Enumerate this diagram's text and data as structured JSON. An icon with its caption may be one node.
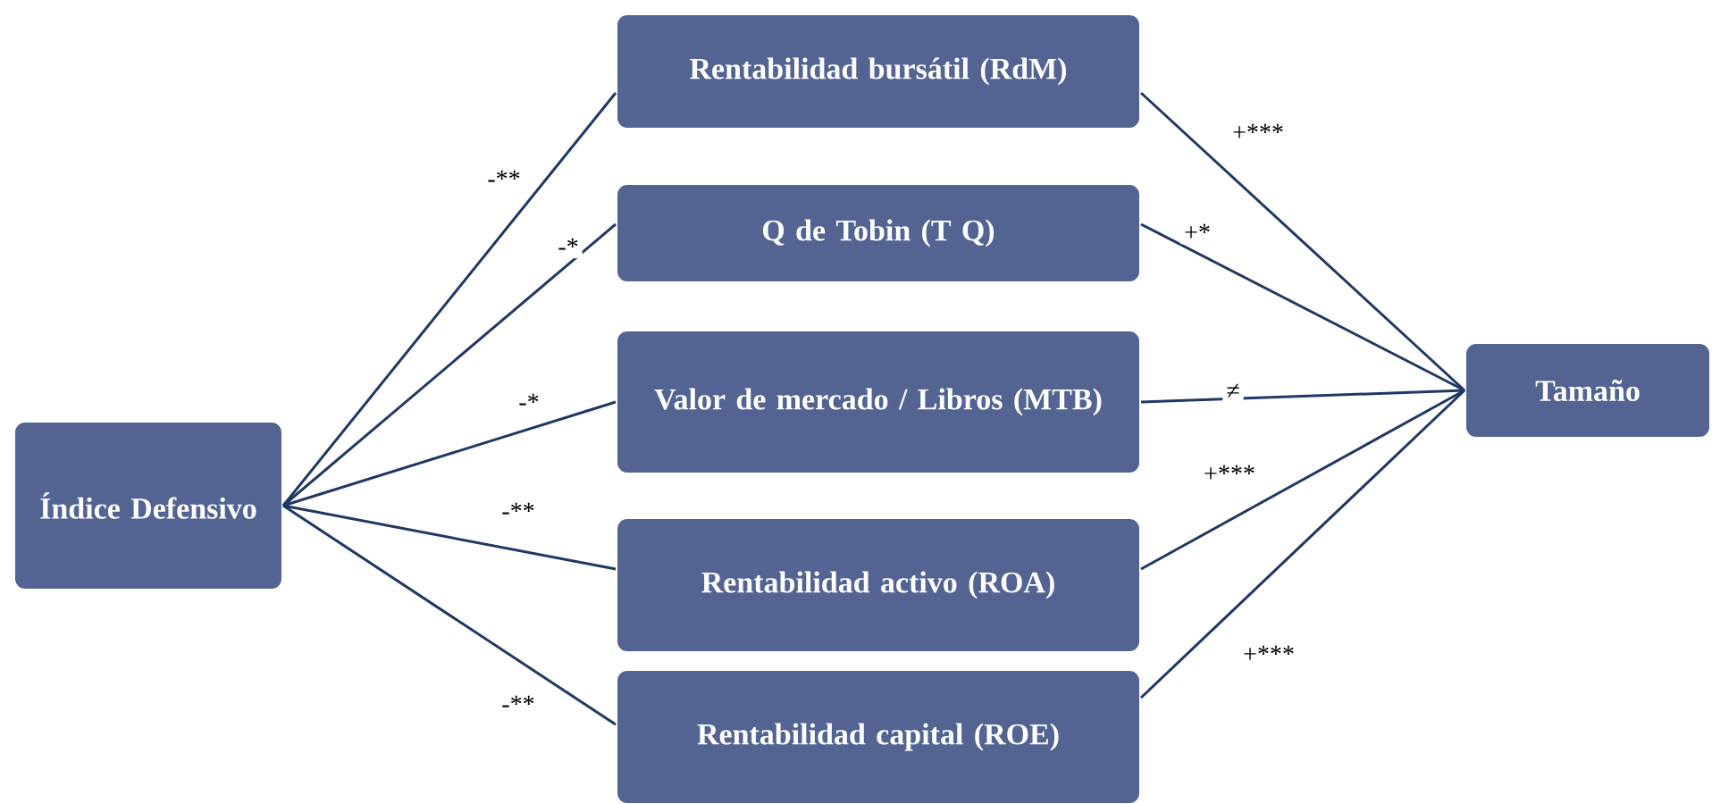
{
  "diagram": {
    "nodes": [
      {
        "text": [
          "Índice Defensivo"
        ]
      },
      {
        "text": [
          "Rentabilidad bursátil (RdM)"
        ]
      },
      {
        "text": [
          "Q de Tobin (T Q)"
        ]
      },
      {
        "text": [
          "Valor de mercado / Libros (MTB)"
        ]
      },
      {
        "text": [
          "Rentabilidad activo (ROA)"
        ]
      },
      {
        "text": [
          "Rentabilidad capital (ROE)"
        ]
      },
      {
        "text": [
          "Tamaño"
        ]
      }
    ],
    "edges": [
      {
        "from": 0,
        "to": 1,
        "arrow": "none",
        "label": "-**"
      },
      {
        "from": 0,
        "to": 2,
        "arrow": "none",
        "label": "-*"
      },
      {
        "from": 0,
        "to": 3,
        "arrow": "none",
        "label": "-*"
      },
      {
        "from": 0,
        "to": 4,
        "arrow": "none",
        "label": "-**"
      },
      {
        "from": 0,
        "to": 5,
        "arrow": "none",
        "label": "-**"
      },
      {
        "from": 1,
        "to": 6,
        "arrow": "none",
        "label": "+***"
      },
      {
        "from": 2,
        "to": 6,
        "arrow": "none",
        "label": "+*"
      },
      {
        "from": 3,
        "to": 6,
        "arrow": "none",
        "label": "≠"
      },
      {
        "from": 4,
        "to": 6,
        "arrow": "none",
        "label": "+***"
      },
      {
        "from": 5,
        "to": 6,
        "arrow": "none",
        "label": "+***"
      }
    ]
  }
}
